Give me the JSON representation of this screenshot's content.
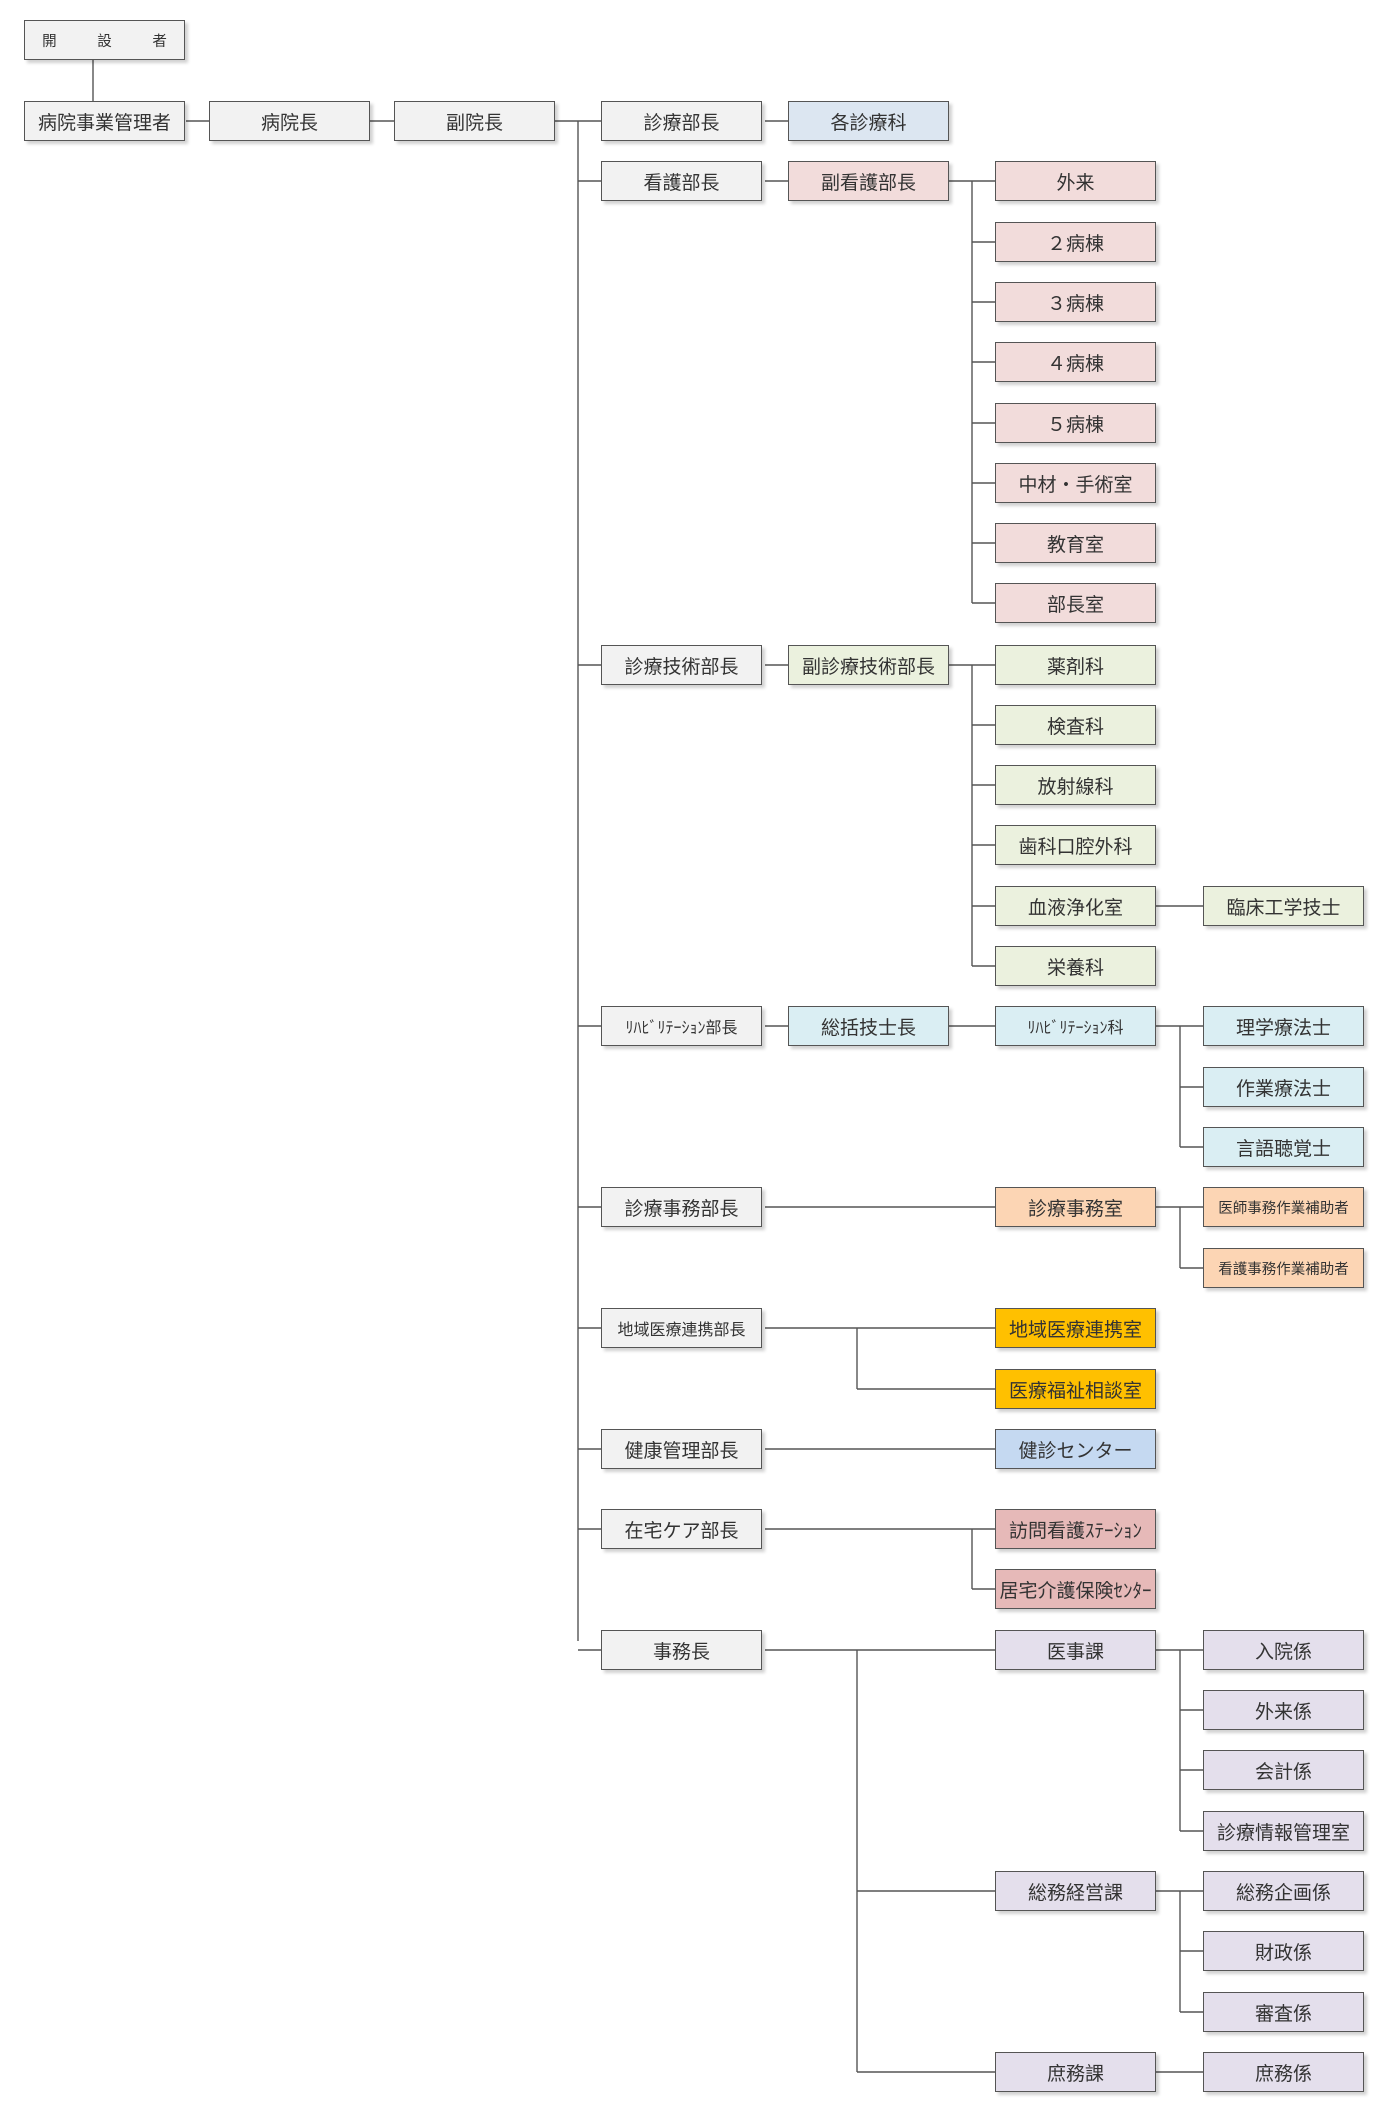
{
  "colors": {
    "neutral": "#f2f2f2",
    "medical": "#dce6f1",
    "nursing": "#f2dcdb",
    "technical": "#ebf1de",
    "rehab": "#daeef3",
    "office": "#fcd5b4",
    "community": "#ffc000",
    "health": "#c5d9f1",
    "homecare": "#e6b9b8",
    "admin": "#e4dfec",
    "line": "#555555"
  },
  "org": {
    "founder": "開　設　者",
    "manager": "病院事業管理者",
    "director": "病院長",
    "vice_director": "副院長",
    "medical": {
      "head": "診療部長",
      "depts": "各診療科"
    },
    "nursing": {
      "head": "看護部長",
      "deputy": "副看護部長",
      "units": [
        "外来",
        "２病棟",
        "３病棟",
        "４病棟",
        "５病棟",
        "中材・手術室",
        "教育室",
        "部長室"
      ]
    },
    "technical": {
      "head": "診療技術部長",
      "deputy": "副診療技術部長",
      "units": [
        "薬剤科",
        "検査科",
        "放射線科",
        "歯科口腔外科",
        "血液浄化室",
        "栄養科"
      ],
      "ce": "臨床工学技士"
    },
    "rehab": {
      "head": "ﾘﾊﾋﾞﾘﾃｰｼｮﾝ部長",
      "chief": "総括技士長",
      "dept": "ﾘﾊﾋﾞﾘﾃｰｼｮﾝ科",
      "staff": [
        "理学療法士",
        "作業療法士",
        "言語聴覚士"
      ]
    },
    "office": {
      "head": "診療事務部長",
      "room": "診療事務室",
      "staff": [
        "医師事務作業補助者",
        "看護事務作業補助者"
      ]
    },
    "community": {
      "head": "地域医療連携部長",
      "rooms": [
        "地域医療連携室",
        "医療福祉相談室"
      ]
    },
    "health": {
      "head": "健康管理部長",
      "center": "健診センター"
    },
    "homecare": {
      "head": "在宅ケア部長",
      "units": [
        "訪問看護ｽﾃｰｼｮﾝ",
        "居宅介護保険ｾﾝﾀｰ"
      ]
    },
    "admin": {
      "head": "事務長",
      "medical_affairs": {
        "name": "医事課",
        "sections": [
          "入院係",
          "外来係",
          "会計係",
          "診療情報管理室"
        ]
      },
      "general_management": {
        "name": "総務経営課",
        "sections": [
          "総務企画係",
          "財政係",
          "審査係"
        ]
      },
      "general_affairs": {
        "name": "庶務課",
        "sections": [
          "庶務係"
        ]
      }
    }
  }
}
